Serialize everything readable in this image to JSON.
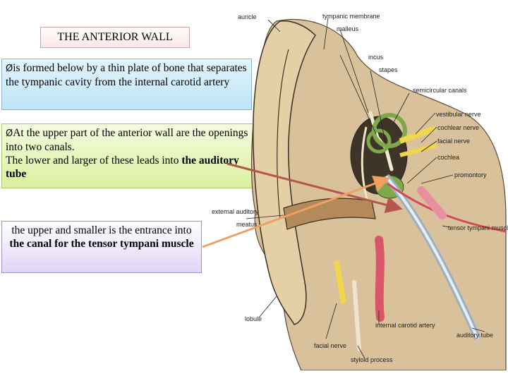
{
  "title": "THE ANTERIOR WALL",
  "box1": {
    "bullet": "Ø",
    "text": "is formed below by a thin plate of bone that separates the tympanic cavity from the internal carotid artery"
  },
  "box2": {
    "bullet": "Ø",
    "line1": "At the upper part of the anterior wall are the openings into two canals.",
    "line2_pre": "The lower and larger of these leads into ",
    "line2_bold": "the auditory tube"
  },
  "box3": {
    "pre": "the upper and smaller is the entrance into ",
    "bold": "the canal for the tensor tympani muscle"
  },
  "diagram_labels": {
    "auricle": "auricle",
    "tympanic_membrane": "tympanic membrane",
    "malleus": "malleus",
    "incus": "incus",
    "stapes": "stapes",
    "semicircular_canals": "semicircular canals",
    "vestibular_nerve": "vestibular nerve",
    "cochlear_nerve": "cochlear nerve",
    "facial_nerve_top": "facial nerve",
    "cochlea": "cochlea",
    "promontory": "promontory",
    "external_auditory": "external auditory",
    "meatus": "meatus",
    "tensor_tympani": "tensor tympani muscle",
    "lobule": "lobule",
    "internal_carotid": "internal carotid artery",
    "auditory_tube": "auditory tube",
    "facial_nerve_bottom": "facial nerve",
    "styloid_process": "styloid process"
  },
  "colors": {
    "arrow_red": "#b3574e",
    "arrow_orange": "#f0a060"
  }
}
